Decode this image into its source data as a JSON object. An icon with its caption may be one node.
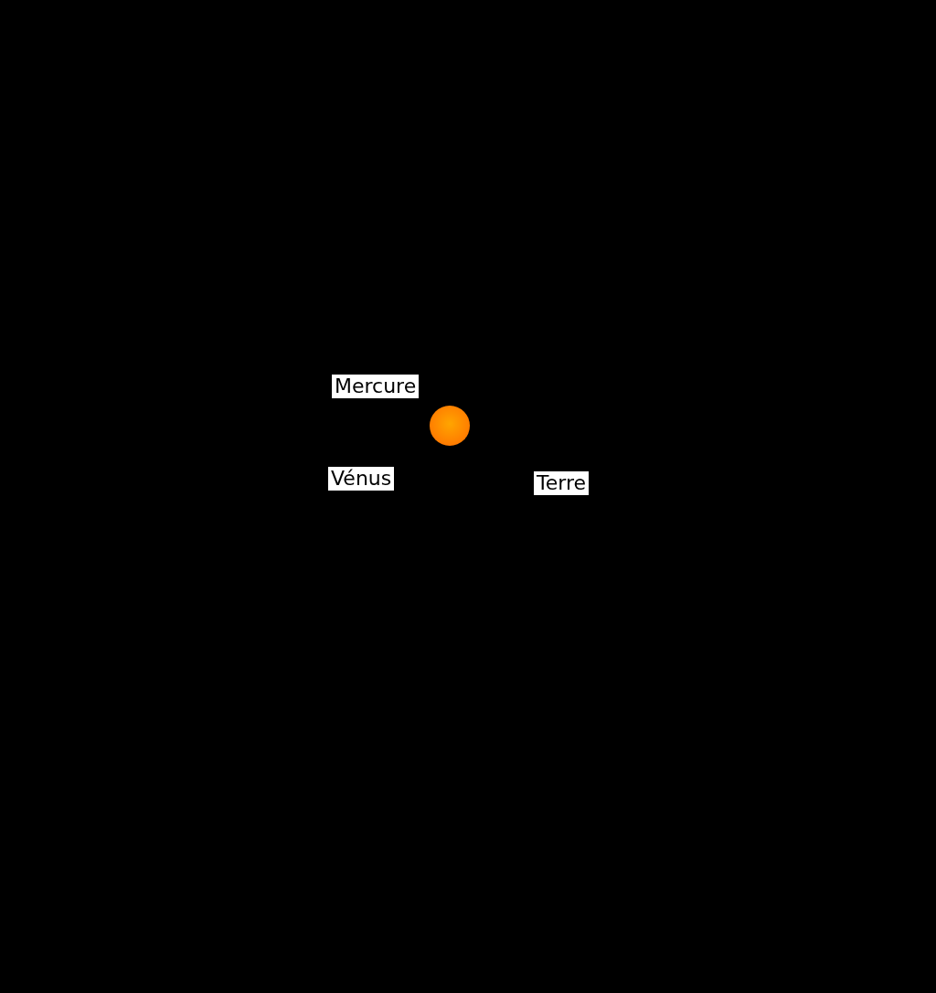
{
  "diagram": {
    "labels": [
      "Mercure",
      "Vénus",
      "Terre"
    ]
  }
}
